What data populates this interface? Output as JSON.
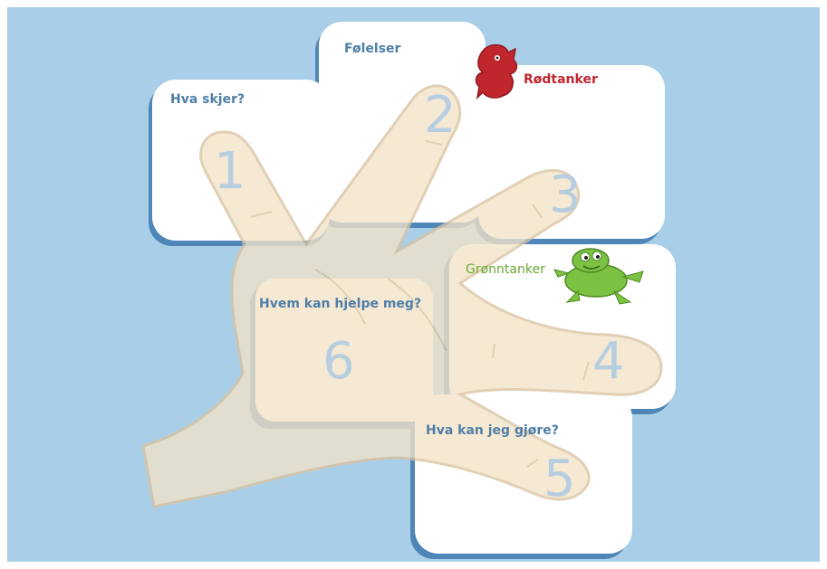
{
  "colors": {
    "background": "#a9cfe8",
    "box": "#ffffff",
    "box_shadow": "#4f86b8",
    "hand_fill": "#f3e3c9",
    "hand_outline": "#d9c3a1",
    "number": "#b7cde0",
    "label_blue": "#4f7fa8",
    "label_red": "#c0272d",
    "label_green": "#6aa832"
  },
  "boxes": [
    {
      "id": "1",
      "label": "Hva skjer?",
      "number": "1"
    },
    {
      "id": "2",
      "label": "Følelser",
      "number": "2"
    },
    {
      "id": "3",
      "label": "Rødtanker",
      "number": "3"
    },
    {
      "id": "4",
      "label": "Grønntanker",
      "number": "4"
    },
    {
      "id": "5",
      "label": "Hva kan jeg gjøre?",
      "number": "5"
    },
    {
      "id": "6",
      "label": "Hvem kan hjelpe meg?",
      "number": "6"
    }
  ],
  "characters": [
    {
      "name": "red-creature-icon",
      "color": "#c0272d"
    },
    {
      "name": "green-frog-icon",
      "color": "#7cc242"
    }
  ]
}
